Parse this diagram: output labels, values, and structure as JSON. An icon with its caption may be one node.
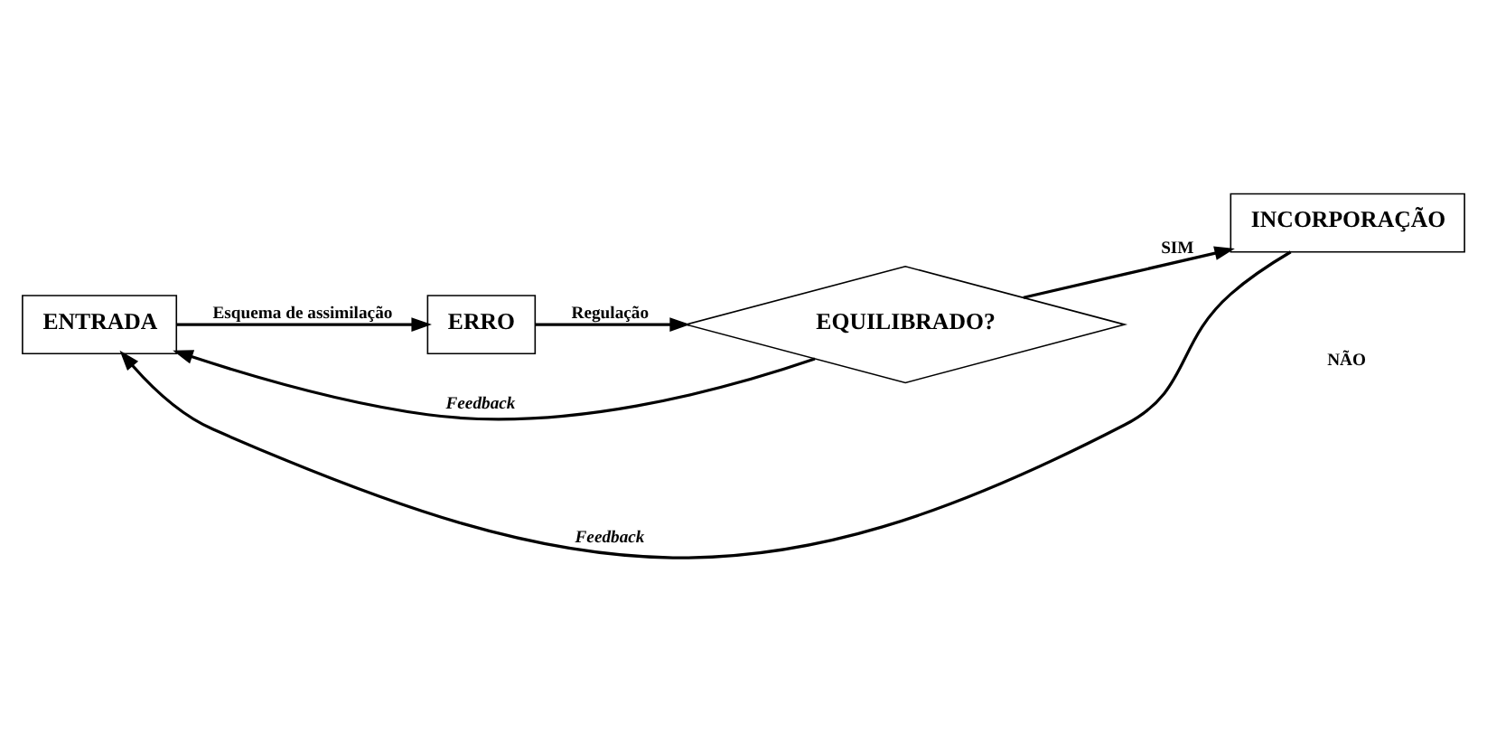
{
  "diagram": {
    "nodes": [
      {
        "text": [
          "ENTRADA"
        ]
      },
      {
        "text": [
          "ERRO"
        ]
      },
      {
        "text": [
          "EQUILIBRADO?"
        ]
      },
      {
        "text": [
          "INCORPORAÇÃO"
        ]
      }
    ],
    "edges": [
      {
        "from": 0,
        "to": 1,
        "arrow": "to",
        "label": "Esquema de assimilação"
      },
      {
        "from": 1,
        "to": 2,
        "arrow": "to",
        "label": "Regulação"
      },
      {
        "from": 2,
        "to": 0,
        "arrow": "to",
        "label": "Feedback"
      },
      {
        "from": 2,
        "to": 3,
        "arrow": "to",
        "label": "SIM"
      },
      {
        "from": 3,
        "to": 0,
        "arrow": "to",
        "label": "Feedback"
      }
    ],
    "labels": [
      "NÃO"
    ]
  }
}
